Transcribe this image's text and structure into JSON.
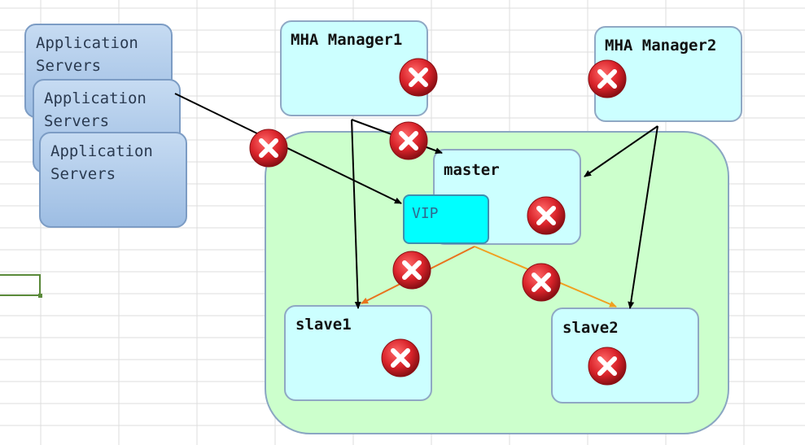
{
  "app_servers": [
    "Application\nServers",
    "Application\nServers",
    "Application\nServers"
  ],
  "nodes": {
    "manager1": "MHA Manager1",
    "manager2": "MHA Manager2",
    "master": "master",
    "vip": "VIP",
    "slave1": "slave1",
    "slave2": "slave2"
  },
  "colors": {
    "app_fill": "#a8c6ea",
    "node_fill": "#ccffff",
    "cluster_fill": "#ccffcc",
    "vip_fill": "#00ffff",
    "arrow_black": "#000000",
    "arrow_orange": "#f0a020",
    "error_red": "#d9232a"
  },
  "icons": {
    "error": "red-circle-x-icon"
  }
}
